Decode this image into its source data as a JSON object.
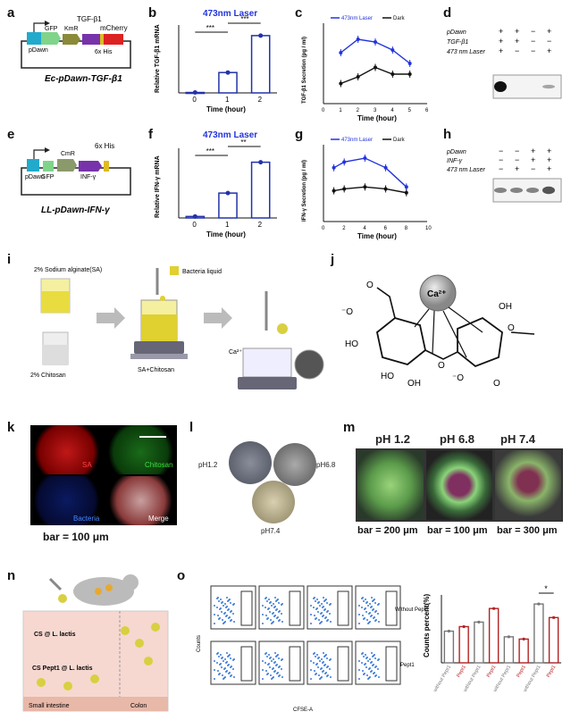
{
  "panels": {
    "a": {
      "letter": "a",
      "promoter": "pDawn",
      "gene1": "GFP",
      "gene2": "KmR",
      "gene3": "TGF-β1",
      "tag": "6x His",
      "reporter": "mCherry",
      "construct": "Ec-pDawn-TGF-β1"
    },
    "b": {
      "letter": "b",
      "title": "473nm Laser",
      "ylabel": "Relative TGF-β1 mRNA",
      "xlabel": "Time (hour)",
      "sig1": "***",
      "sig2": "***"
    },
    "c": {
      "letter": "c",
      "legend_laser": "473nm Laser",
      "legend_dark": "Dark",
      "ylabel": "TGF-β1 Secretion (pg / ml)",
      "xlabel": "Time (hour)"
    },
    "d": {
      "letter": "d",
      "rows": [
        "pDawn",
        "TGF-β1",
        "473 nm Laser"
      ],
      "signs": [
        [
          "+",
          "+",
          "−",
          "+"
        ],
        [
          "+",
          "+",
          "−",
          "−"
        ],
        [
          "+",
          "−",
          "−",
          "+"
        ]
      ]
    },
    "e": {
      "letter": "e",
      "promoter": "pDawn",
      "gene1": "GFP",
      "gene2": "CmR",
      "gene3": "INF-γ",
      "tag": "6x His",
      "construct": "LL-pDawn-IFN-γ"
    },
    "f": {
      "letter": "f",
      "title": "473nm Laser",
      "ylabel": "Relative IFN-γ mRNA",
      "xlabel": "Time (hour)",
      "sig1": "***",
      "sig2": "**"
    },
    "g": {
      "letter": "g",
      "legend_laser": "473nm Laser",
      "legend_dark": "Dark",
      "ylabel": "IFN-γ Secretion (pg / ml)",
      "xlabel": "Time (hour)"
    },
    "h": {
      "letter": "h",
      "rows": [
        "pDawn",
        "INF-γ",
        "473 nm Laser"
      ],
      "signs": [
        [
          "−",
          "−",
          "+",
          "+"
        ],
        [
          "−",
          "−",
          "+",
          "+"
        ],
        [
          "−",
          "+",
          "−",
          "+"
        ]
      ]
    },
    "i": {
      "letter": "i",
      "sa_label": "2% Sodium alginate(SA)",
      "chitosan_label": "2% Chitosan",
      "bacteria_label": "Bacteria liquid",
      "mix_label": "SA+Chitosan",
      "ion": "Ca²⁺"
    },
    "j": {
      "letter": "j",
      "ion": "Ca²⁺"
    },
    "k": {
      "letter": "k",
      "q1": "SA",
      "q2": "Chitosan",
      "q3": "Bacteria",
      "q4": "Merge",
      "bar": "bar = 100 μm"
    },
    "l": {
      "letter": "l",
      "ph1": "pH1.2",
      "ph2": "pH6.8",
      "ph3": "pH7.4"
    },
    "m": {
      "letter": "m",
      "ph1": "pH 1.2",
      "ph2": "pH 6.8",
      "ph3": "pH 7.4",
      "bar1": "bar = 200 μm",
      "bar2": "bar = 100 μm",
      "bar3": "bar = 300 μm"
    },
    "n": {
      "letter": "n",
      "cs1": "CS @ L. lactis",
      "cs2": "CS Pept1 @ L. lactis",
      "si": "Small intestine",
      "colon": "Colon"
    },
    "o": {
      "letter": "o",
      "row1": "Without Pept1",
      "row2": "Pept1",
      "ylabel": "Counts percent(%)",
      "xcat": [
        "without Pept1",
        "Pept1",
        "without Pept1",
        "Pept1",
        "without Pept1",
        "Pept1",
        "without Pept1",
        "Pept1"
      ],
      "sig": "*",
      "flow_y": "Counts",
      "flow_x": "CFSE-A"
    }
  },
  "chart_data": [
    {
      "type": "bar",
      "id": "b",
      "title": "473nm Laser",
      "categories": [
        "0",
        "1",
        "2"
      ],
      "values": [
        1,
        48,
        135
      ],
      "ylabel": "Relative TGF-β1 mRNA",
      "xlabel": "Time (hour)",
      "ylim": [
        0,
        160
      ]
    },
    {
      "type": "line",
      "id": "c",
      "x": [
        1,
        2,
        3,
        4,
        5
      ],
      "series": [
        {
          "name": "473nm Laser",
          "values": [
            38,
            48,
            46,
            40,
            30
          ]
        },
        {
          "name": "Dark",
          "values": [
            15,
            20,
            27,
            22,
            22
          ]
        }
      ],
      "ylabel": "TGF-β1 Secretion (pg / ml)",
      "xlabel": "Time (hour)",
      "ylim": [
        0,
        60
      ]
    },
    {
      "type": "bar",
      "id": "f",
      "title": "473nm Laser",
      "categories": [
        "0",
        "1",
        "2"
      ],
      "values": [
        3,
        50,
        112
      ],
      "ylabel": "Relative IFN-γ mRNA",
      "xlabel": "Time (hour)",
      "ylim": [
        0,
        140
      ]
    },
    {
      "type": "line",
      "id": "g",
      "x": [
        1,
        2,
        4,
        6,
        8
      ],
      "series": [
        {
          "name": "473nm Laser",
          "values": [
            28,
            31,
            33,
            28,
            18
          ]
        },
        {
          "name": "Dark",
          "values": [
            16,
            17,
            18,
            17,
            15
          ]
        }
      ],
      "ylabel": "IFN-γ Secretion (pg / ml)",
      "xlabel": "Time (hour)",
      "ylim": [
        0,
        40
      ]
    },
    {
      "type": "bar",
      "id": "o",
      "categories": [
        "without Pept1",
        "Pept1",
        "without Pept1",
        "Pept1",
        "without Pept1",
        "Pept1",
        "without Pept1",
        "Pept1"
      ],
      "values": [
        28,
        32,
        36,
        48,
        23,
        21,
        52,
        40
      ],
      "ylabel": "Counts percent(%)",
      "ylim": [
        0,
        60
      ]
    }
  ],
  "colors": {
    "laser": "#2233dd",
    "dark": "#111111",
    "bar_outline": "#2233aa",
    "red_bar": "#b22222",
    "gfp": "#22aa99",
    "kmr": "#55aa55",
    "tgf": "#7733aa",
    "mcherry": "#dd2222",
    "promoter": "#22aacc",
    "his": "#ddbb22"
  }
}
